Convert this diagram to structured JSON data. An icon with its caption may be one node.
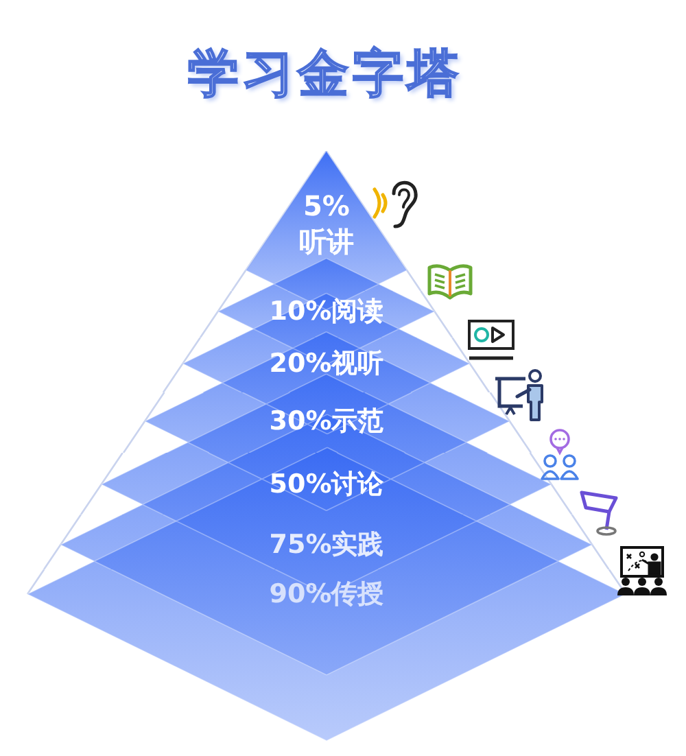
{
  "diagram": {
    "title": "学习金字塔",
    "nodes": [
      {
        "text": [
          "5%听讲"
        ]
      },
      {
        "text": [
          "10%阅读"
        ]
      },
      {
        "text": [
          "20%视听"
        ]
      },
      {
        "text": [
          "30%示范"
        ]
      },
      {
        "text": [
          "50%讨论"
        ]
      },
      {
        "text": [
          "75%实践"
        ]
      },
      {
        "text": [
          "90%传授"
        ]
      }
    ]
  }
}
